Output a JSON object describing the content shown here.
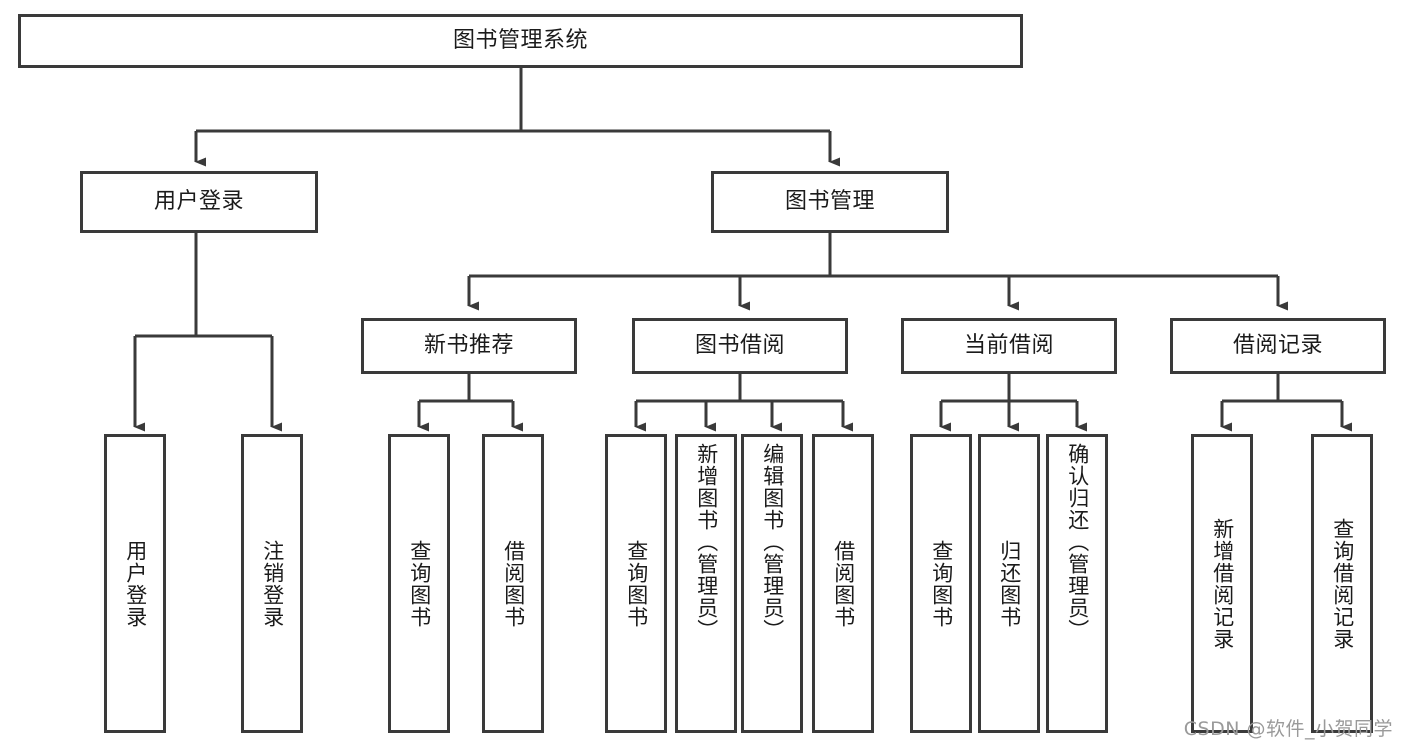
{
  "diagram": {
    "type": "tree-hierarchy",
    "title": "图书管理系统",
    "root": {
      "id": "root",
      "label": "图书管理系统",
      "orientation": "horizontal"
    },
    "level2": [
      {
        "id": "user-login",
        "label": "用户登录",
        "orientation": "horizontal"
      },
      {
        "id": "book-manage",
        "label": "图书管理",
        "orientation": "horizontal"
      }
    ],
    "level3": [
      {
        "id": "new-book-recommend",
        "label": "新书推荐",
        "orientation": "horizontal",
        "parent": "book-manage"
      },
      {
        "id": "book-borrow",
        "label": "图书借阅",
        "orientation": "horizontal",
        "parent": "book-manage"
      },
      {
        "id": "current-borrow",
        "label": "当前借阅",
        "orientation": "horizontal",
        "parent": "book-manage"
      },
      {
        "id": "borrow-record",
        "label": "借阅记录",
        "orientation": "horizontal",
        "parent": "book-manage"
      }
    ],
    "leaves": [
      {
        "id": "leaf-user-login",
        "label": "用户登录",
        "parent": "user-login",
        "orientation": "vertical"
      },
      {
        "id": "leaf-user-logout",
        "label": "注销登录",
        "parent": "user-login",
        "orientation": "vertical"
      },
      {
        "id": "leaf-query-book-1",
        "label": "查询图书",
        "parent": "new-book-recommend",
        "orientation": "vertical"
      },
      {
        "id": "leaf-borrow-book-1",
        "label": "借阅图书",
        "parent": "new-book-recommend",
        "orientation": "vertical"
      },
      {
        "id": "leaf-query-book-2",
        "label": "查询图书",
        "parent": "book-borrow",
        "orientation": "vertical"
      },
      {
        "id": "leaf-add-book",
        "label": "新增图书（管理员）",
        "parent": "book-borrow",
        "orientation": "vertical"
      },
      {
        "id": "leaf-edit-book",
        "label": "编辑图书（管理员）",
        "parent": "book-borrow",
        "orientation": "vertical"
      },
      {
        "id": "leaf-borrow-book-2",
        "label": "借阅图书",
        "parent": "book-borrow",
        "orientation": "vertical"
      },
      {
        "id": "leaf-query-book-3",
        "label": "查询图书",
        "parent": "current-borrow",
        "orientation": "vertical"
      },
      {
        "id": "leaf-return-book",
        "label": "归还图书",
        "parent": "current-borrow",
        "orientation": "vertical"
      },
      {
        "id": "leaf-confirm-return",
        "label": "确认归还（管理员）",
        "parent": "current-borrow",
        "orientation": "vertical"
      },
      {
        "id": "leaf-add-record",
        "label": "新增借阅记录",
        "parent": "borrow-record",
        "orientation": "vertical"
      },
      {
        "id": "leaf-query-record",
        "label": "查询借阅记录",
        "parent": "borrow-record",
        "orientation": "vertical"
      }
    ]
  },
  "watermark": {
    "text": "CSDN @软件_小贺同学"
  },
  "colors": {
    "border": "#3a3a3a",
    "connector": "#3a3a3a",
    "text": "#1b1b1b",
    "background": "#ffffff",
    "watermark": "#9a9a9a"
  }
}
